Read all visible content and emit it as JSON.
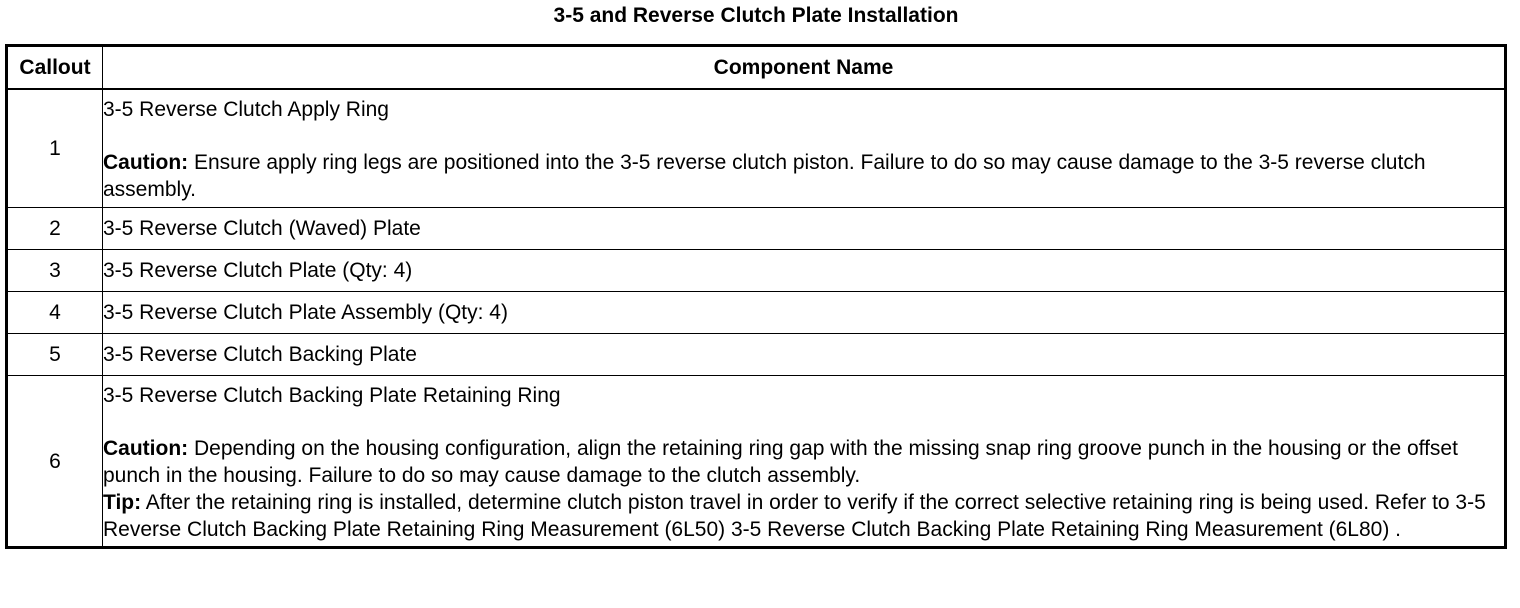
{
  "title": "3-5 and Reverse Clutch Plate Installation",
  "columns": {
    "callout": "Callout",
    "component": "Component Name"
  },
  "rows": [
    {
      "callout": "1",
      "name": "3-5 Reverse Clutch Apply Ring",
      "caution_label": "Caution:",
      "caution_text": " Ensure apply ring legs are positioned into the 3-5 reverse clutch piston. Failure to do so may cause damage to the 3-5 reverse clutch assembly."
    },
    {
      "callout": "2",
      "name": "3-5 Reverse Clutch (Waved) Plate"
    },
    {
      "callout": "3",
      "name": "3-5 Reverse Clutch Plate (Qty: 4)"
    },
    {
      "callout": "4",
      "name": "3-5 Reverse Clutch Plate Assembly (Qty: 4)"
    },
    {
      "callout": "5",
      "name": "3-5 Reverse Clutch Backing Plate"
    },
    {
      "callout": "6",
      "name": "3-5 Reverse Clutch Backing Plate Retaining Ring",
      "caution_label": "Caution:",
      "caution_text": " Depending on the housing configuration, align the retaining ring gap with the missing snap ring groove punch in the housing or the offset punch in the housing. Failure to do so may cause damage to the clutch assembly.",
      "tip_label": "Tip:",
      "tip_text": " After the retaining ring is installed, determine clutch piston travel in order to verify if the correct selective retaining ring is being used. Refer to 3-5 Reverse Clutch Backing Plate Retaining Ring Measurement (6L50) 3-5 Reverse Clutch Backing Plate Retaining Ring Measurement (6L80) ."
    }
  ]
}
